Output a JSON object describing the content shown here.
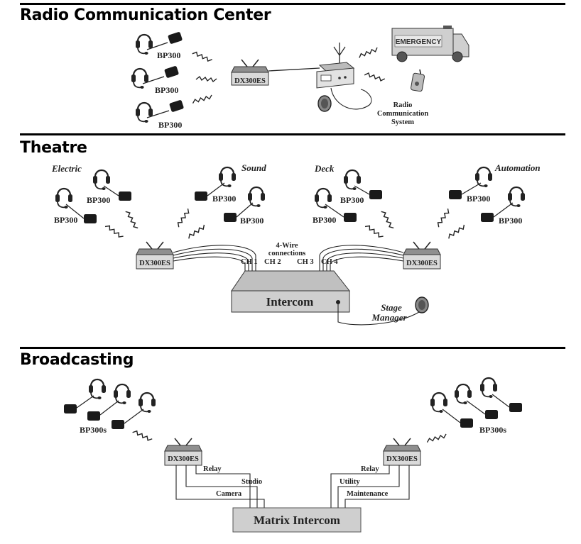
{
  "sections": {
    "radio": {
      "title": "Radio Communication Center",
      "beltpack": "BP300",
      "base": "DX300ES",
      "truck": "EMERGENCY",
      "system": [
        "Radio",
        "Communication",
        "System"
      ]
    },
    "theatre": {
      "title": "Theatre",
      "groups": [
        "Electric",
        "Sound",
        "Deck",
        "Automation"
      ],
      "beltpack": "BP300",
      "base": "DX300ES",
      "wire_label": [
        "4-Wire",
        "connections"
      ],
      "channels": [
        "CH 1",
        "CH 2",
        "CH 3",
        "CH 4"
      ],
      "intercom": "Intercom",
      "stage_manager": [
        "Stage",
        "Manager"
      ]
    },
    "broadcasting": {
      "title": "Broadcasting",
      "beltpacks": "BP300s",
      "base": "DX300ES",
      "left_lines": [
        "Relay",
        "Studio",
        "Camera"
      ],
      "right_lines": [
        "Relay",
        "Utility",
        "Maintenance"
      ],
      "matrix": "Matrix Intercom"
    }
  },
  "colors": {
    "rule": "#000000",
    "device_fill": "#cfcfcf",
    "device_top": "#9a9a9a",
    "ink": "#222222"
  }
}
